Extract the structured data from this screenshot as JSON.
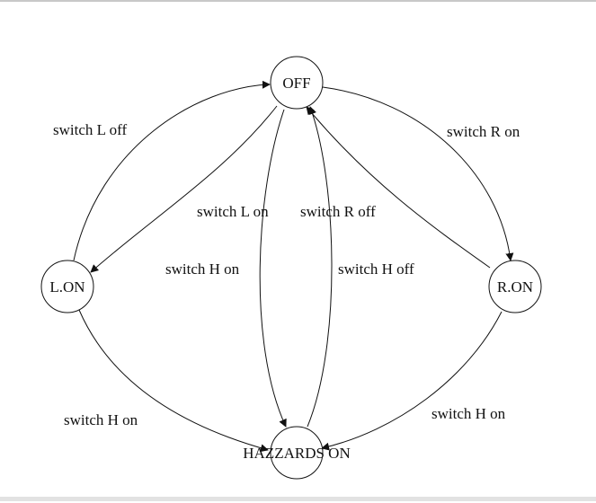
{
  "diagram": {
    "states": {
      "off": "OFF",
      "l_on": "L.ON",
      "r_on": "R.ON",
      "hazards_on": "HAZZARDS ON"
    },
    "transitions": {
      "switch_l_off": "switch L off",
      "switch_r_on": "switch R on",
      "switch_l_on": "switch L on",
      "switch_r_off": "switch R off",
      "switch_h_on_from_off": "switch H on",
      "switch_h_off": "switch H off",
      "switch_h_on_from_l": "switch H on",
      "switch_h_on_from_r": "switch H on"
    }
  }
}
